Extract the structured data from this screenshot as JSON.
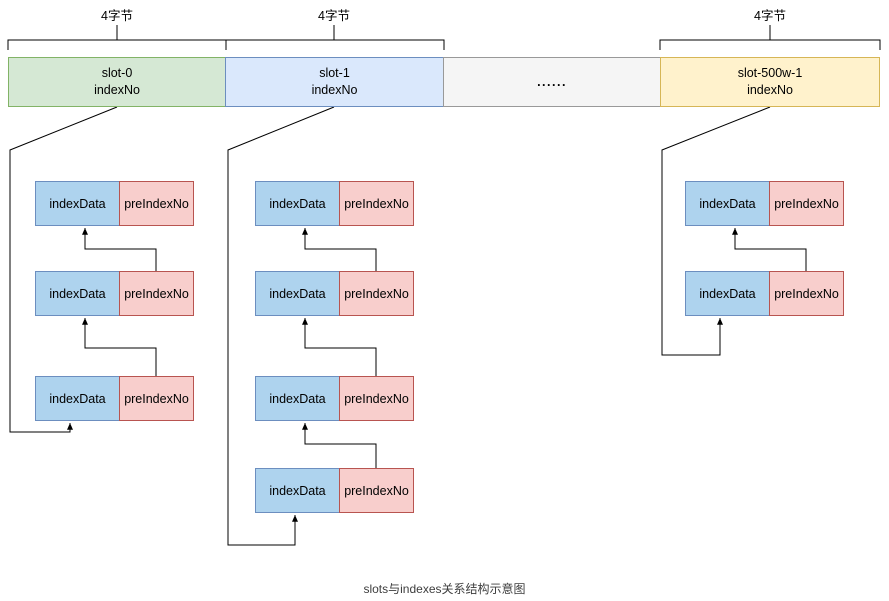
{
  "byte_label": "4字节",
  "caption": "slots与indexes关系结构示意图",
  "slots": [
    {
      "label": "slot-0",
      "sub": "indexNo"
    },
    {
      "label": "slot-1",
      "sub": "indexNo"
    },
    {
      "label": "......",
      "sub": ""
    },
    {
      "label": "slot-500w-1",
      "sub": "indexNo"
    }
  ],
  "entry": {
    "left_label": "indexData",
    "right_label": "preIndexNo"
  },
  "chains": [
    {
      "slot": "slot-0",
      "entry_count": 3
    },
    {
      "slot": "slot-1",
      "entry_count": 4
    },
    {
      "slot": "slot-500w-1",
      "entry_count": 2
    }
  ],
  "colors": {
    "slot0_fill": "#d5e8d4",
    "slot0_border": "#82b366",
    "slot1_fill": "#dae8fc",
    "slot1_border": "#6c8ebf",
    "ellipsis_fill": "#f5f5f5",
    "ellipsis_border": "#999999",
    "slot_last_fill": "#fff2cc",
    "slot_last_border": "#d6b656",
    "index_data_fill": "#aed3ee",
    "index_data_border": "#6c8ebf",
    "pre_index_fill": "#f8cecc",
    "pre_index_border": "#b85450",
    "line": "#000000"
  }
}
